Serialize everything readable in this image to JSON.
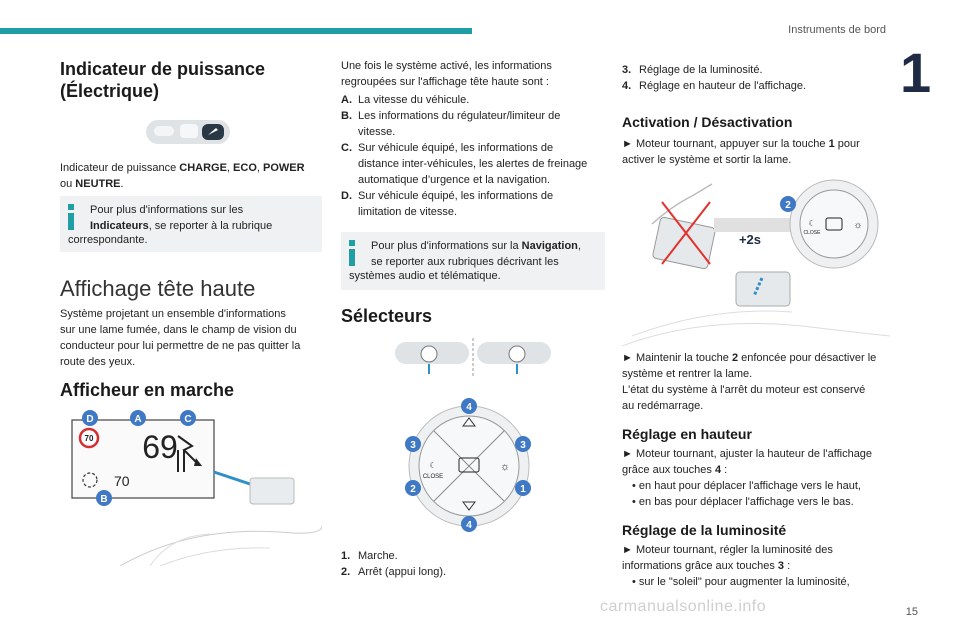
{
  "header": {
    "section": "Instruments de bord",
    "chapter": "1"
  },
  "footer": {
    "page": "15",
    "watermark": "carmanualsonline.info"
  },
  "col1": {
    "title_line1": "Indicateur de puissance",
    "title_line2": "(Électrique)",
    "indicator_text_prefix": "Indicateur de puissance ",
    "charge": "CHARGE",
    "sep1": ", ",
    "eco": "ECO",
    "sep2": ", ",
    "power": "POWER",
    "line2_prefix": "ou ",
    "neutre": "NEUTRE",
    "line2_suffix": ".",
    "info_line1": "Pour plus d'informations sur les",
    "info_bold": "Indicateurs",
    "info_line2_rest": ", se reporter à la rubrique",
    "info_line3": "correspondante.",
    "hud_title": "Affichage tête haute",
    "hud_p1": "Système projetant un ensemble d'informations",
    "hud_p2": "sur une lame fumée, dans le champ de vision du",
    "hud_p3": "conducteur pour lui permettre de ne pas quitter la",
    "hud_p4": "route des yeux.",
    "march_title": "Afficheur en marche",
    "hud_img": {
      "speed": "69",
      "limit": "70",
      "cruise": "70",
      "labels": [
        "D",
        "A",
        "C",
        "B"
      ]
    }
  },
  "col2": {
    "intro1": "Une fois le système activé, les informations",
    "intro2": "regroupées sur l'affichage tête haute sont :",
    "items": [
      {
        "label": "A.",
        "lines": [
          "La vitesse du véhicule."
        ]
      },
      {
        "label": "B.",
        "lines": [
          "Les informations du régulateur/limiteur de",
          "vitesse."
        ]
      },
      {
        "label": "C.",
        "lines": [
          "Sur véhicule équipé, les informations de",
          "distance inter-véhicules, les alertes de freinage",
          "automatique d’urgence et la navigation."
        ]
      },
      {
        "label": "D.",
        "lines": [
          "Sur véhicule équipé, les informations de",
          "limitation de vitesse."
        ]
      }
    ],
    "info_line1_prefix": "Pour plus d'informations sur la ",
    "info_bold": "Navigation",
    "info_line1_suffix": ",",
    "info_line2": "se reporter aux rubriques décrivant les",
    "info_line3": "systèmes audio et télématique.",
    "selectors_title": "Sélecteurs",
    "knob": {
      "n4": "4",
      "n3": "3",
      "n2": "2",
      "n1": "1",
      "close": "CLOSE"
    },
    "list": [
      {
        "label": "1.",
        "text": "Marche."
      },
      {
        "label": "2.",
        "text": "Arrêt (appui long)."
      }
    ]
  },
  "col3": {
    "list": [
      {
        "label": "3.",
        "text": "Réglage de la luminosité."
      },
      {
        "label": "4.",
        "text": "Réglage en hauteur de l'affichage."
      }
    ],
    "act_title": "Activation / Désactivation",
    "act_p1_a": "► Moteur tournant, appuyer sur la touche ",
    "act_p1_b": "1",
    "act_p1_c": " pour",
    "act_p2": "activer le système et sortir la lame.",
    "img": {
      "badge": "2",
      "hold": "+2s",
      "close": "CLOSE"
    },
    "hold_p1_a": "► Maintenir la touche ",
    "hold_p1_b": "2",
    "hold_p1_c": " enfoncée pour désactiver le",
    "hold_p2": "système et rentrer la lame.",
    "hold_p3": "L'état du système à l'arrêt du moteur est conservé",
    "hold_p4": "au redémarrage.",
    "height_title": "Réglage en hauteur",
    "height_p1": "► Moteur tournant, ajuster la hauteur de l'affichage",
    "height_p2_a": "grâce aux touches ",
    "height_p2_b": "4",
    "height_p2_c": " :",
    "height_b1": "en haut pour déplacer l'affichage vers le haut,",
    "height_b2": "en bas pour déplacer l'affichage vers le bas.",
    "lum_title": "Réglage de la luminosité",
    "lum_p1": "► Moteur tournant, régler la luminosité des",
    "lum_p2_a": "informations grâce aux touches ",
    "lum_p2_b": "3",
    "lum_p2_c": " :",
    "lum_b1": "sur le \"soleil\" pour augmenter la luminosité,"
  },
  "colors": {
    "accent": "#1f9fa5",
    "badge": "#3f78c4",
    "cross": "#e2322d"
  }
}
